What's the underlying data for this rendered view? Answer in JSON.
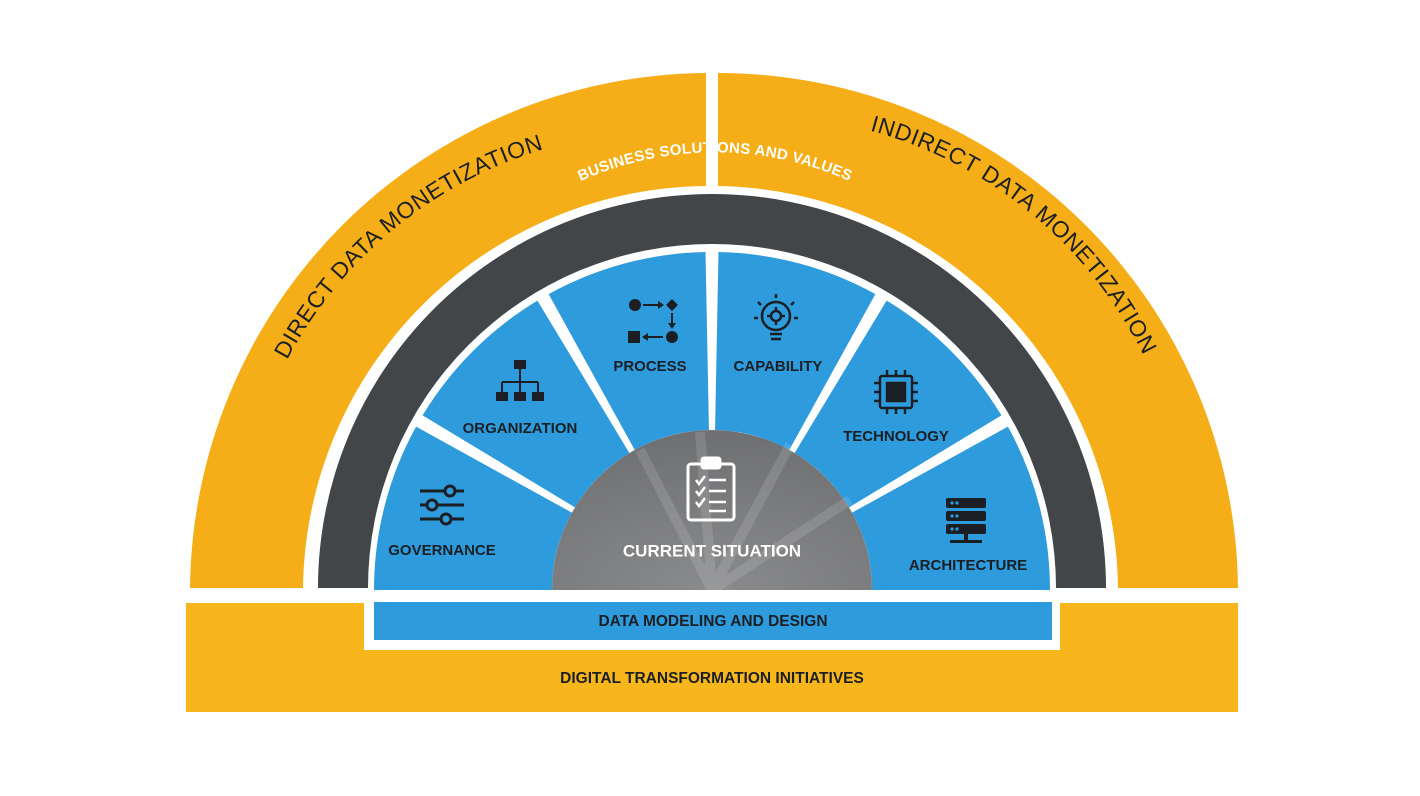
{
  "colors": {
    "orange": "#f5ae17",
    "orange_light": "#f7b61c",
    "dark_band": "#424649",
    "blue": "#2e9bdd",
    "center_gray": "#7a7b7d",
    "label_dark": "#1b1f24"
  },
  "outer_left": {
    "label": "DIRECT DATA MONETIZATION"
  },
  "outer_right": {
    "label": "INDIRECT DATA MONETIZATION"
  },
  "middle_band": {
    "label": "BUSINESS SOLUTIONS AND VALUES"
  },
  "segments": [
    {
      "label": "GOVERNANCE",
      "icon": "sliders-icon"
    },
    {
      "label": "ORGANIZATION",
      "icon": "org-chart-icon"
    },
    {
      "label": "PROCESS",
      "icon": "process-flow-icon"
    },
    {
      "label": "CAPABILITY",
      "icon": "lightbulb-gear-icon"
    },
    {
      "label": "TECHNOLOGY",
      "icon": "chip-icon"
    },
    {
      "label": "ARCHITECTURE",
      "icon": "server-icon"
    }
  ],
  "center": {
    "label": "CURRENT SITUATION",
    "icon": "clipboard-checklist-icon"
  },
  "data_band": {
    "label": "DATA MODELING AND DESIGN"
  },
  "base_band": {
    "label": "DIGITAL TRANSFORMATION INITIATIVES"
  }
}
